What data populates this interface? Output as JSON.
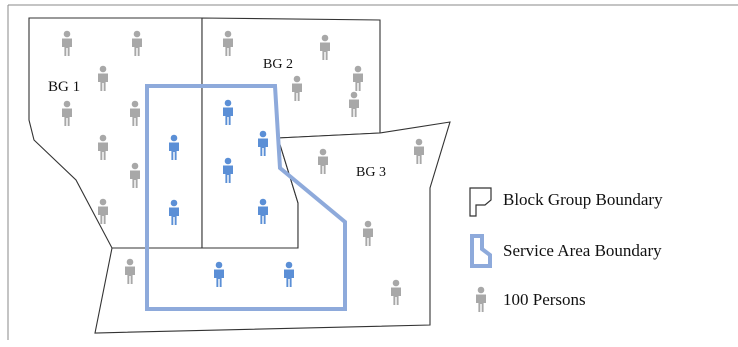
{
  "map": {
    "block_groups": [
      {
        "id": "bg1",
        "label": "BG 1"
      },
      {
        "id": "bg2",
        "label": "BG 2"
      },
      {
        "id": "bg3",
        "label": "BG 3"
      }
    ]
  },
  "legend": {
    "block_group_boundary": "Block Group Boundary",
    "service_area_boundary": "Service Area Boundary",
    "persons": "100 Persons"
  },
  "colors": {
    "person_outside": "#a8a8a8",
    "person_inside": "#5b8fd6",
    "service_area_stroke": "#8eaadb",
    "boundary_stroke": "#333333"
  },
  "icons": {
    "person": "person-icon",
    "block_group_boundary": "block-group-boundary-icon",
    "service_area_boundary": "service-area-boundary-icon"
  }
}
